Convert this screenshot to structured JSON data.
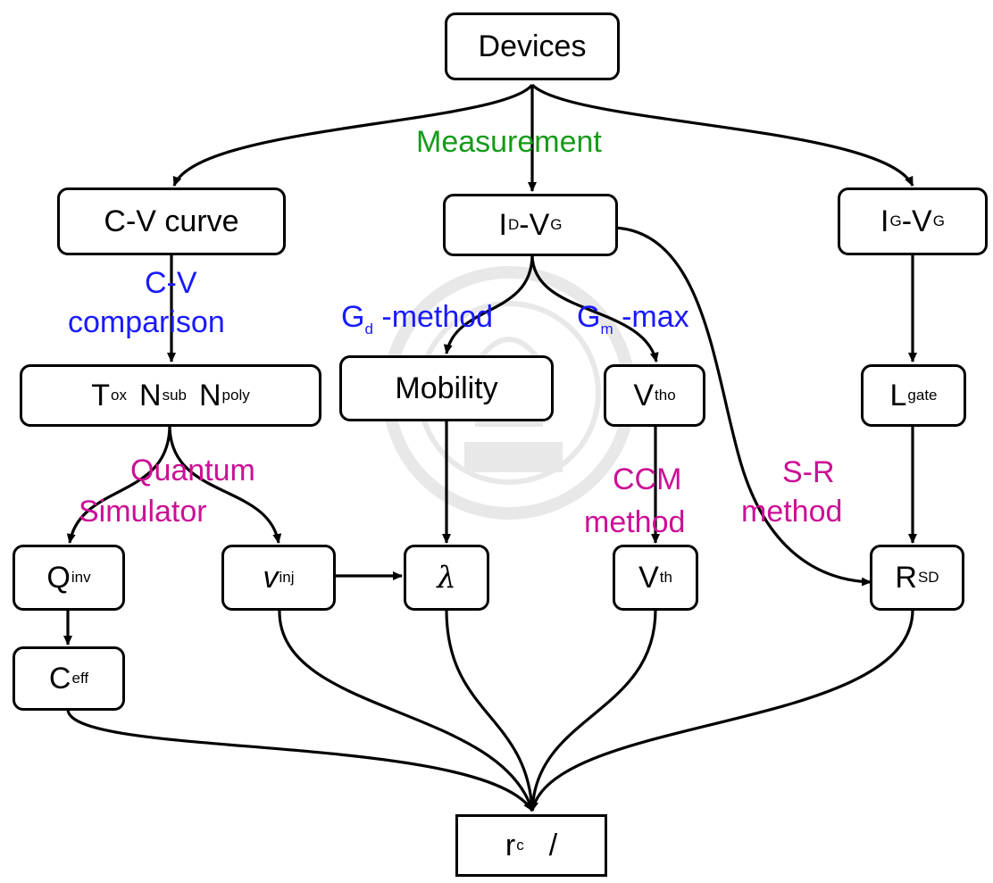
{
  "nodes": {
    "devices": "Devices",
    "cv_curve": "C-V curve",
    "id_vg": {
      "a": "I",
      "a_sub": "D",
      "sep": "-",
      "b": "V",
      "b_sub": "G"
    },
    "ig_vg": {
      "a": "I",
      "a_sub": "G",
      "sep": "-",
      "b": "V",
      "b_sub": "G"
    },
    "params": {
      "t": "T",
      "t_sub": "ox",
      "n1": "N",
      "n1_sub": "sub",
      "n2": "N",
      "n2_sub": "poly"
    },
    "mobility": "Mobility",
    "vtho": {
      "main": "V",
      "sub": "tho"
    },
    "lgate": {
      "main": "L",
      "sub": "gate"
    },
    "qinv": {
      "main": "Q",
      "sub": "inv"
    },
    "vinj": {
      "main": "v",
      "sub": "inj"
    },
    "lambda": "λ",
    "vth": {
      "main": "V",
      "sub": "th"
    },
    "rsd": {
      "main": "R",
      "sub": "SD"
    },
    "ceff": {
      "main": "C",
      "sub": "eff"
    },
    "rc": {
      "main": "r",
      "sub": "c",
      "tail": "/"
    }
  },
  "labels": {
    "measurement": "Measurement",
    "cv_comparison_1": "C-V",
    "cv_comparison_2": "comparison",
    "gd": {
      "main": "G",
      "sub": "d",
      "rest": " -method"
    },
    "gm": {
      "main": "G",
      "sub": "m",
      "rest": " -max"
    },
    "quantum_1": "Quantum",
    "quantum_2": "Simulator",
    "ccm_1": "CCM",
    "ccm_2": "method",
    "sr_1": "S-R",
    "sr_2": "method"
  },
  "colors": {
    "measurement": "#169b1a",
    "extraction": "#1a1aff",
    "simulation": "#cc0f96"
  }
}
